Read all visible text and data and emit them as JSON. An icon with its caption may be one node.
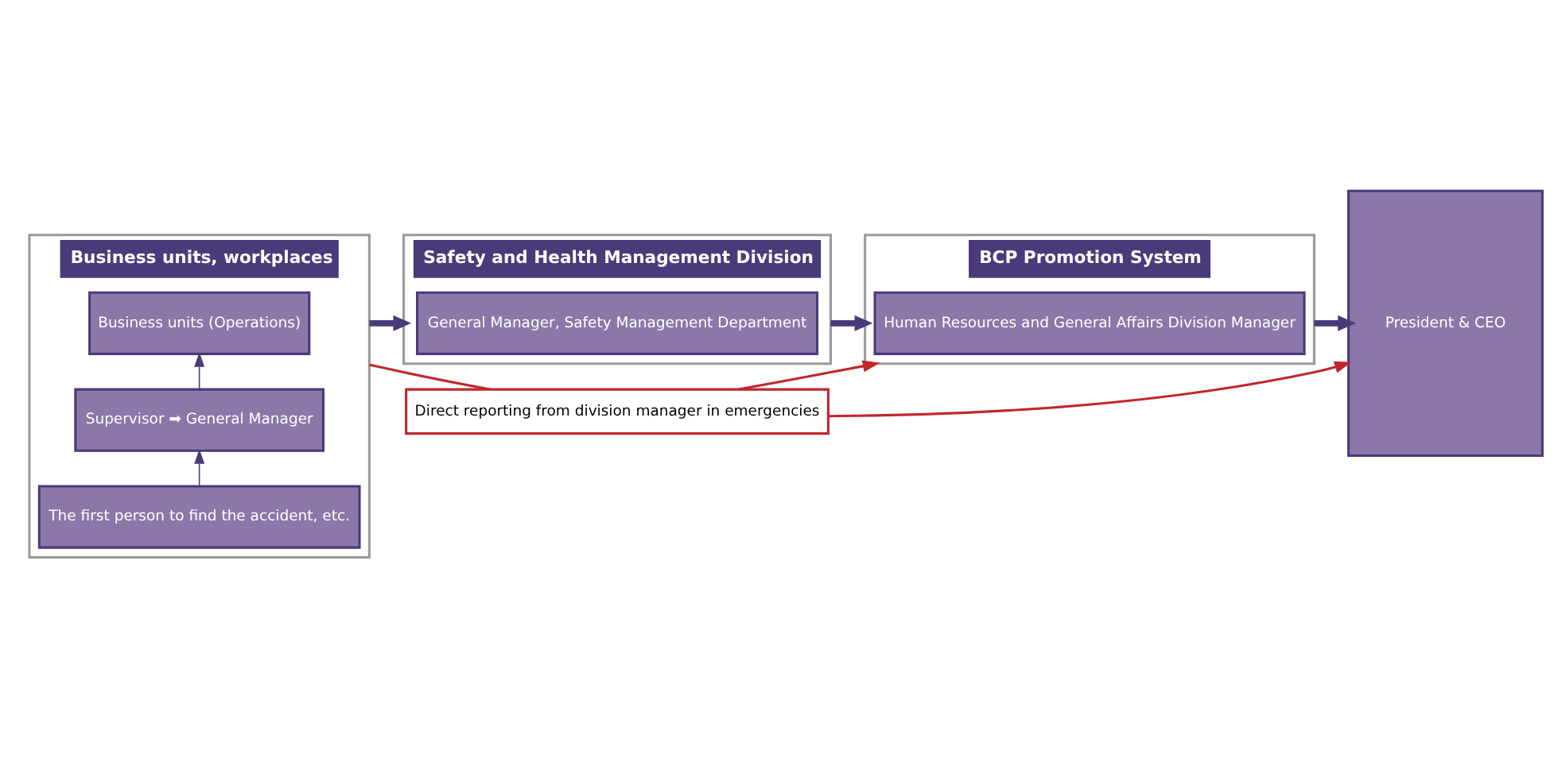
{
  "diagram": {
    "nodes": [
      {
        "text": [
          "Business units, workplaces"
        ]
      },
      {
        "text": [
          "The first person to find the accident, etc."
        ],
        "in": 0
      },
      {
        "text": [
          "Supervisor ➡ General Manager"
        ],
        "in": 0
      },
      {
        "text": [
          "Business units (Operations)"
        ],
        "in": 0
      },
      {
        "text": [
          "Safety and Health Management Division"
        ]
      },
      {
        "text": [
          "General Manager, Safety Management Department"
        ],
        "in": 4
      },
      {
        "text": [
          "BCP Promotion System"
        ]
      },
      {
        "text": [
          "Human Resources and General Affairs Division Manager"
        ],
        "in": 6
      },
      {
        "text": [
          "President & CEO"
        ]
      },
      {
        "text": [
          "Direct reporting from division manager in emergencies"
        ]
      }
    ],
    "edges": [
      {
        "from": 1,
        "to": 2,
        "arrow": "to"
      },
      {
        "from": 2,
        "to": 3,
        "arrow": "to"
      },
      {
        "from": 0,
        "to": 4,
        "arrow": "to",
        "style": "thick"
      },
      {
        "from": 4,
        "to": 6,
        "arrow": "to",
        "style": "thick"
      },
      {
        "from": 6,
        "to": 8,
        "arrow": "to",
        "style": "thick"
      },
      {
        "from": 0,
        "to": 9,
        "arrow": "none",
        "color": "#c0272d"
      },
      {
        "from": 9,
        "to": 6,
        "arrow": "to",
        "color": "#c0272d"
      },
      {
        "from": 9,
        "to": 8,
        "arrow": "to",
        "color": "#c0272d"
      }
    ]
  }
}
